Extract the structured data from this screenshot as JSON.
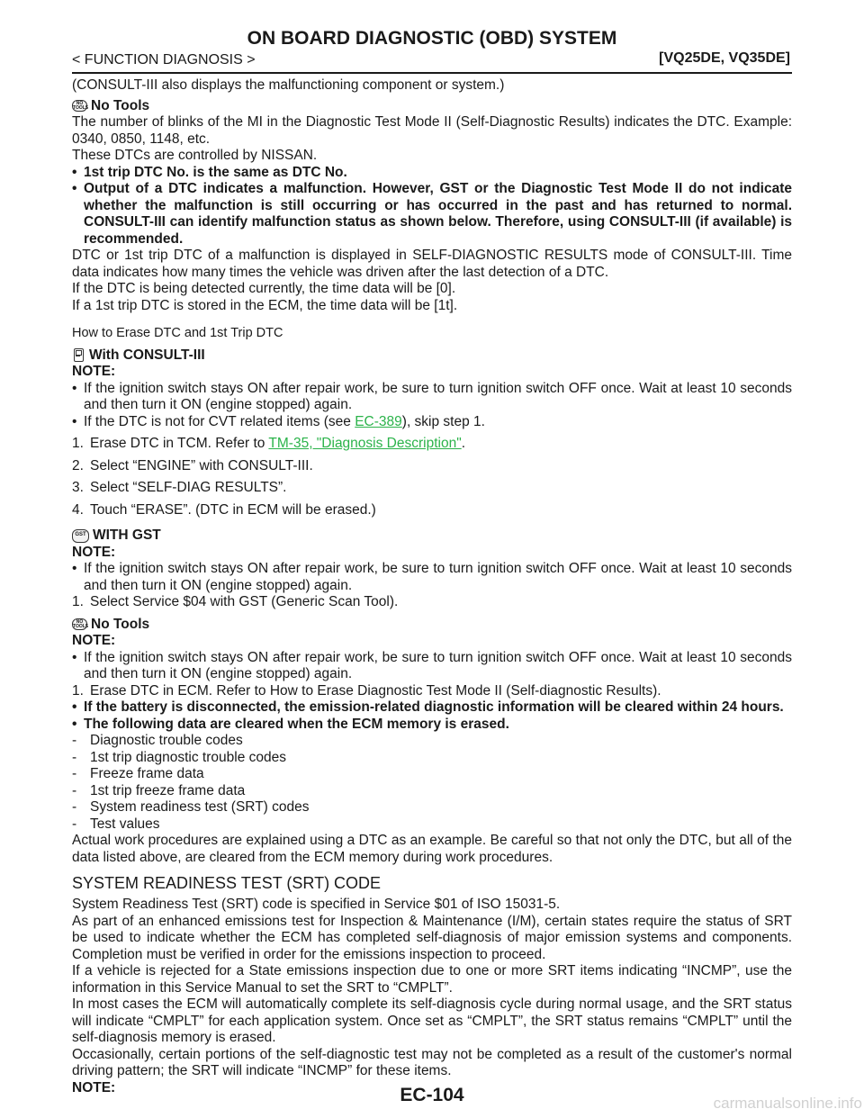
{
  "header": {
    "title": "ON BOARD DIAGNOSTIC (OBD) SYSTEM",
    "section": "< FUNCTION DIAGNOSIS >",
    "model": "[VQ25DE, VQ35DE]"
  },
  "intro": {
    "consult_line": "(CONSULT-III also displays the malfunctioning component or system.)",
    "no_tools_head": "No Tools",
    "no_tools_icon": "NO TOOLS",
    "blinks_text": "The number of blinks of the MI in the Diagnostic Test Mode II (Self-Diagnostic Results) indicates the DTC. Example: 0340, 0850, 1148, etc.",
    "nissan_text": "These DTCs are controlled by NISSAN.",
    "bullet1": "1st trip DTC No. is the same as DTC No.",
    "bullet2": "Output of a DTC indicates a malfunction. However, GST or the Diagnostic Test Mode II do not indicate whether the malfunction is still occurring or has occurred in the past and has returned to normal. CONSULT-III can identify malfunction status as shown below. Therefore, using CONSULT-III (if available) is recommended.",
    "para1": "DTC or 1st trip DTC of a malfunction is displayed in SELF-DIAGNOSTIC RESULTS mode of CONSULT-III. Time data indicates how many times the vehicle was driven after the last detection of a DTC.",
    "para2": "If the DTC is being detected currently, the time data will be [0].",
    "para3": "If a 1st trip DTC is stored in the ECM, the time data will be [1t]."
  },
  "erase": {
    "subhead": "How to Erase DTC and 1st Trip DTC",
    "consult_head": "With CONSULT-III",
    "note": "NOTE:",
    "note_b1": "If the ignition switch stays ON after repair work, be sure to turn ignition switch OFF once. Wait at least 10 seconds and then turn it ON (engine stopped) again.",
    "note_b2_pre": "If the DTC is not for CVT related items (see ",
    "note_b2_link": "EC-389",
    "note_b2_post": "), skip step 1.",
    "steps": {
      "s1_num": "1.",
      "s1_pre": "Erase DTC in TCM. Refer to ",
      "s1_link": "TM-35, \"Diagnosis Description\"",
      "s1_post": ".",
      "s2_num": "2.",
      "s2": "Select “ENGINE” with CONSULT-III.",
      "s3_num": "3.",
      "s3": "Select “SELF-DIAG RESULTS”.",
      "s4_num": "4.",
      "s4": "Touch “ERASE”. (DTC in ECM will be erased.)"
    },
    "gst_head": "WITH GST",
    "gst_icon": "GST",
    "gst_note": "NOTE:",
    "gst_note_b1": "If the ignition switch stays ON after repair work, be sure to turn ignition switch OFF once. Wait at least 10 seconds and then turn it ON (engine stopped) again.",
    "gst_step_num": "1.",
    "gst_step": "Select Service $04 with GST (Generic Scan Tool).",
    "nt_head": "No Tools",
    "nt_icon": "NO TOOLS",
    "nt_note": "NOTE:",
    "nt_note_b1": "If the ignition switch stays ON after repair work, be sure to turn ignition switch OFF once. Wait at least 10 seconds and then turn it ON (engine stopped) again.",
    "nt_step_num": "1.",
    "nt_step": "Erase DTC in ECM. Refer to How to Erase Diagnostic Test Mode II (Self-diagnostic Results).",
    "nt_bold1": "If the battery is disconnected, the emission-related diagnostic information will be cleared within 24 hours.",
    "nt_bold2": "The following data are cleared when the ECM memory is erased.",
    "cleared": [
      "Diagnostic trouble codes",
      "1st trip diagnostic trouble codes",
      "Freeze frame data",
      "1st trip freeze frame data",
      "System readiness test (SRT) codes",
      "Test values"
    ],
    "actual": "Actual work procedures are explained using a DTC as an example. Be careful so that not only the DTC, but all of the data listed above, are cleared from the ECM memory during work procedures."
  },
  "srt": {
    "heading": "SYSTEM READINESS TEST (SRT) CODE",
    "p1": "System Readiness Test (SRT) code is specified in Service $01 of ISO 15031-5.",
    "p2": "As part of an enhanced emissions test for Inspection & Maintenance (I/M), certain states require the status of SRT be used to indicate whether the ECM has completed self-diagnosis of major emission systems and components. Completion must be verified in order for the emissions inspection to proceed.",
    "p3": "If a vehicle is rejected for a State emissions inspection due to one or more SRT items indicating “INCMP”, use the information in this Service Manual to set the SRT to “CMPLT”.",
    "p4": "In most cases the ECM will automatically complete its self-diagnosis cycle during normal usage, and the SRT status will indicate “CMPLT” for each application system. Once set as “CMPLT”, the SRT status remains “CMPLT” until the self-diagnosis memory is erased.",
    "p5": "Occasionally, certain portions of the self-diagnostic test may not be completed as a result of the customer's normal driving pattern; the SRT will indicate “INCMP” for these items.",
    "note": "NOTE:"
  },
  "footer": {
    "page": "EC-104",
    "watermark": "carmanualsonline.info"
  }
}
